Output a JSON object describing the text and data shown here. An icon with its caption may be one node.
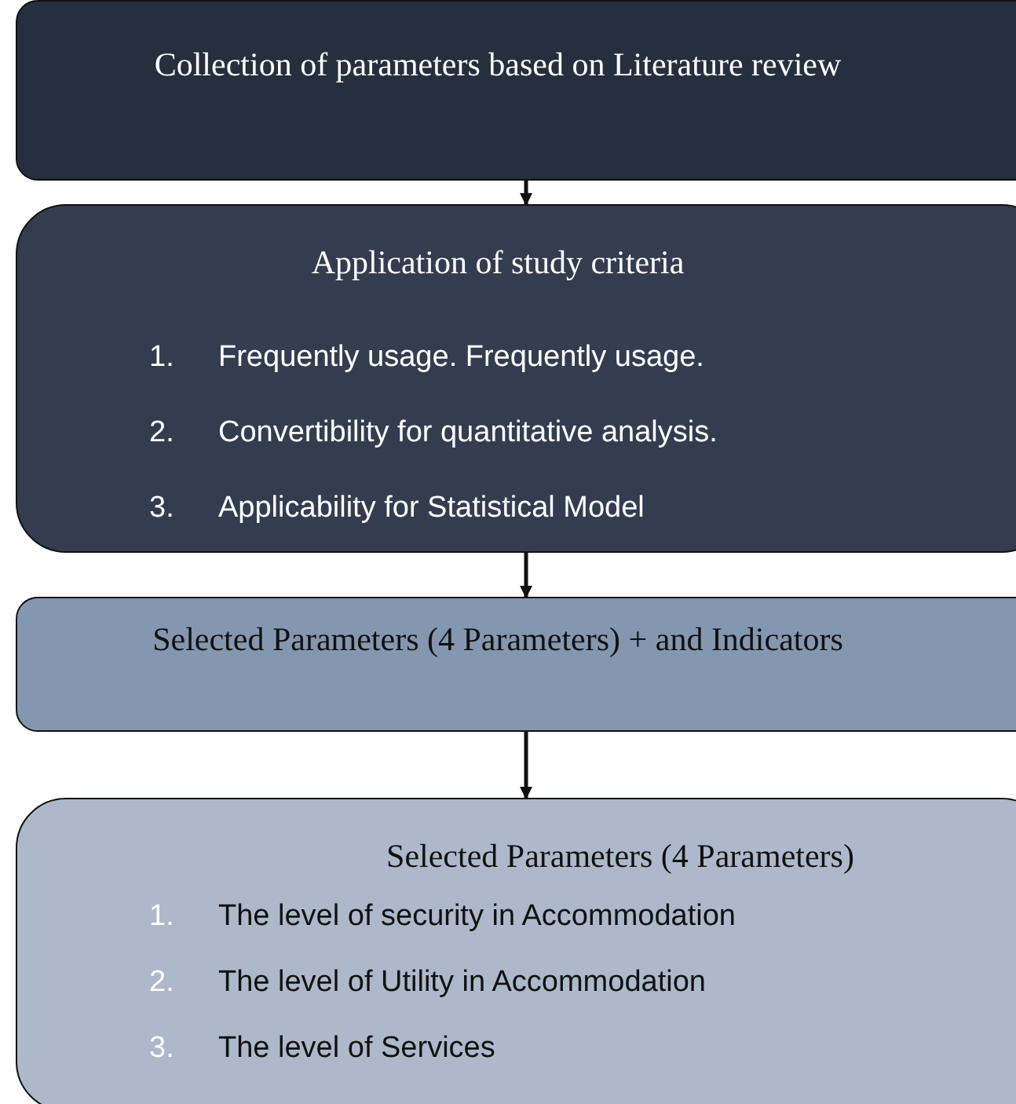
{
  "diagram": {
    "nodes": [
      {
        "text": [
          "Collection of parameters based on Literature review"
        ]
      },
      {
        "text": [
          "Application of study criteria",
          "1.",
          "Frequently usage. Frequently usage.",
          "2.",
          "Convertibility for quantitative analysis.",
          "3.",
          "Applicability for Statistical Model"
        ]
      },
      {
        "text": [
          "Selected Parameters (4 Parameters) + and Indicators"
        ]
      },
      {
        "text": [
          "Selected Parameters (4 Parameters)",
          "1.",
          "The level of security in Accommodation",
          "2.",
          "The level of Utility in Accommodation",
          "3.",
          "The level of Services"
        ]
      }
    ],
    "edges": [
      {
        "from": 0,
        "to": 1,
        "arrow": "to"
      },
      {
        "from": 1,
        "to": 2,
        "arrow": "to"
      },
      {
        "from": 2,
        "to": 3,
        "arrow": "to"
      }
    ]
  }
}
